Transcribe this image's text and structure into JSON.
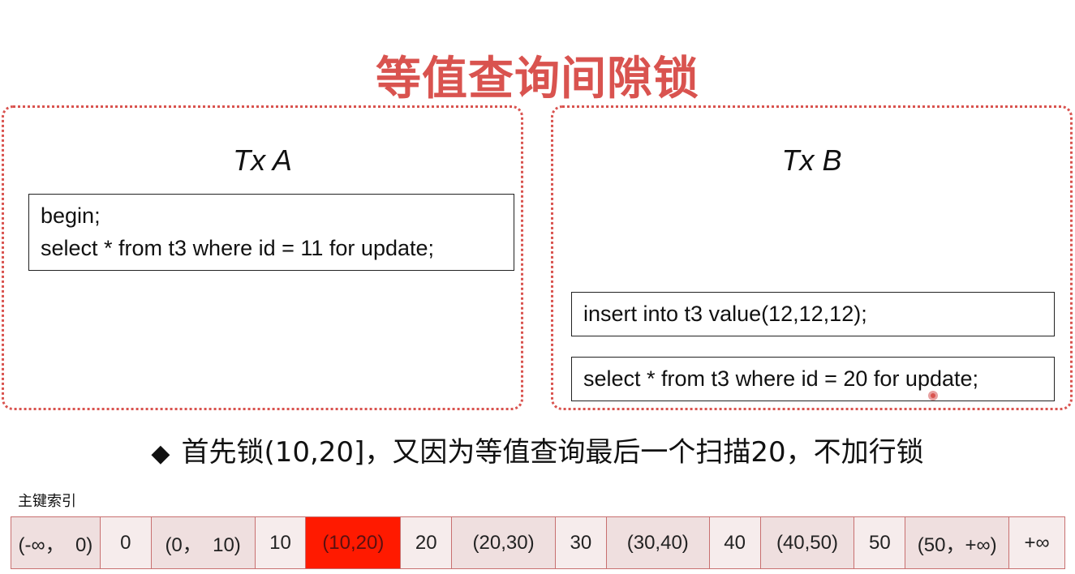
{
  "title": "等值查询间隙锁",
  "tx_a": {
    "title": "Tx A",
    "code_line1": "begin;",
    "code_line2": "select * from t3 where id = 11 for update;"
  },
  "tx_b": {
    "title": "Tx B",
    "insert_stmt": "insert into t3 value(12,12,12);",
    "select_stmt": "select * from t3 where id = 20 for update;"
  },
  "bullet": {
    "symbol": "◆",
    "text": "首先锁(10,20]，又因为等值查询最后一个扫描20，不加行锁"
  },
  "index": {
    "label": "主键索引",
    "cells": [
      {
        "text": "(-∞，  0)",
        "type": "gap"
      },
      {
        "text": "0",
        "type": "key"
      },
      {
        "text": "(0，  10)",
        "type": "gap"
      },
      {
        "text": "10",
        "type": "key"
      },
      {
        "text": "(10,20)",
        "type": "locked"
      },
      {
        "text": "20",
        "type": "key"
      },
      {
        "text": "(20,30)",
        "type": "gap"
      },
      {
        "text": "30",
        "type": "key"
      },
      {
        "text": "(30,40)",
        "type": "gap"
      },
      {
        "text": "40",
        "type": "key"
      },
      {
        "text": "(40,50)",
        "type": "gap"
      },
      {
        "text": "50",
        "type": "key"
      },
      {
        "text": "(50，+∞)",
        "type": "gap"
      },
      {
        "text": "+∞",
        "type": "key"
      }
    ]
  },
  "colors": {
    "accent": "#d9534f",
    "locked": "#ff1a00",
    "gap_bg": "#efdfdf",
    "key_bg": "#f6ecec"
  }
}
